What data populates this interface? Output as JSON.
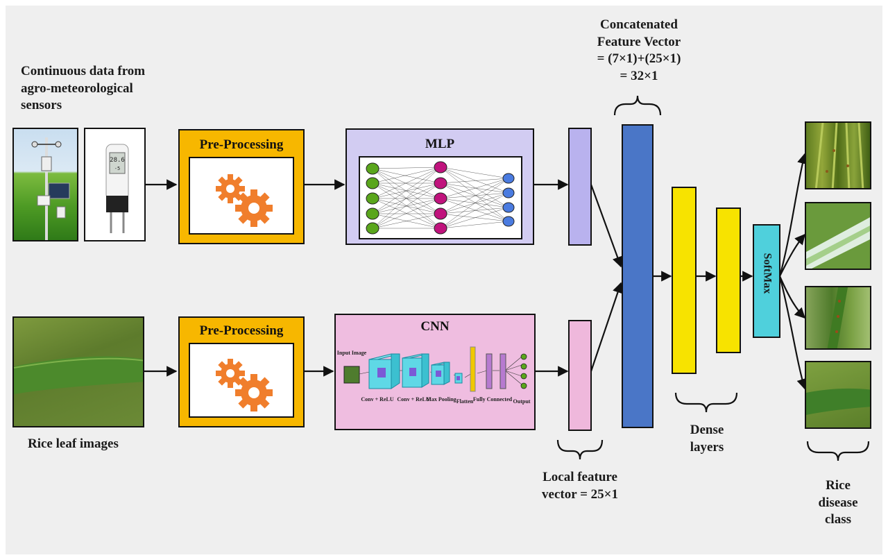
{
  "colors": {
    "preprocessing": "#f7b700",
    "mlp": "#d2ccf2",
    "cnn": "#efbde0",
    "concat": "#4a76c7",
    "dense": "#f7e300",
    "softmax": "#4fd0dc",
    "gear": "#f07e2c",
    "mlp_input_node": "#5aa61c",
    "mlp_hidden_node": "#c0137d",
    "mlp_output_node": "#4a7be0"
  },
  "sensor_label": "Continuous data from agro-meteorological sensors",
  "leaf_label": "Rice leaf images",
  "preprocessing_top": {
    "title": "Pre-Processing",
    "icon": "gears-icon"
  },
  "preprocessing_bottom": {
    "title": "Pre-Processing",
    "icon": "gears-icon"
  },
  "mlp": {
    "title": "MLP"
  },
  "cnn": {
    "title": "CNN",
    "input_label": "Input Image",
    "labels": {
      "conv1": "Conv + ReLU",
      "conv2": "Conv + ReLU",
      "pool": "Max Pooling",
      "flatten": "Flatten",
      "fc": "Fully Connected",
      "output": "Output"
    }
  },
  "concat_label": {
    "line1": "Concatenated",
    "line2": "Feature Vector",
    "line3": "= (7×1)+(25×1)",
    "line4": "= 32×1"
  },
  "local_feature_label": {
    "line1": "Local feature",
    "line2": "vector = 25×1"
  },
  "dense_label": {
    "line1": "Dense",
    "line2": "layers"
  },
  "softmax_label": "SoftMax",
  "output_label": {
    "line1": "Rice",
    "line2": "disease",
    "line3": "class"
  }
}
